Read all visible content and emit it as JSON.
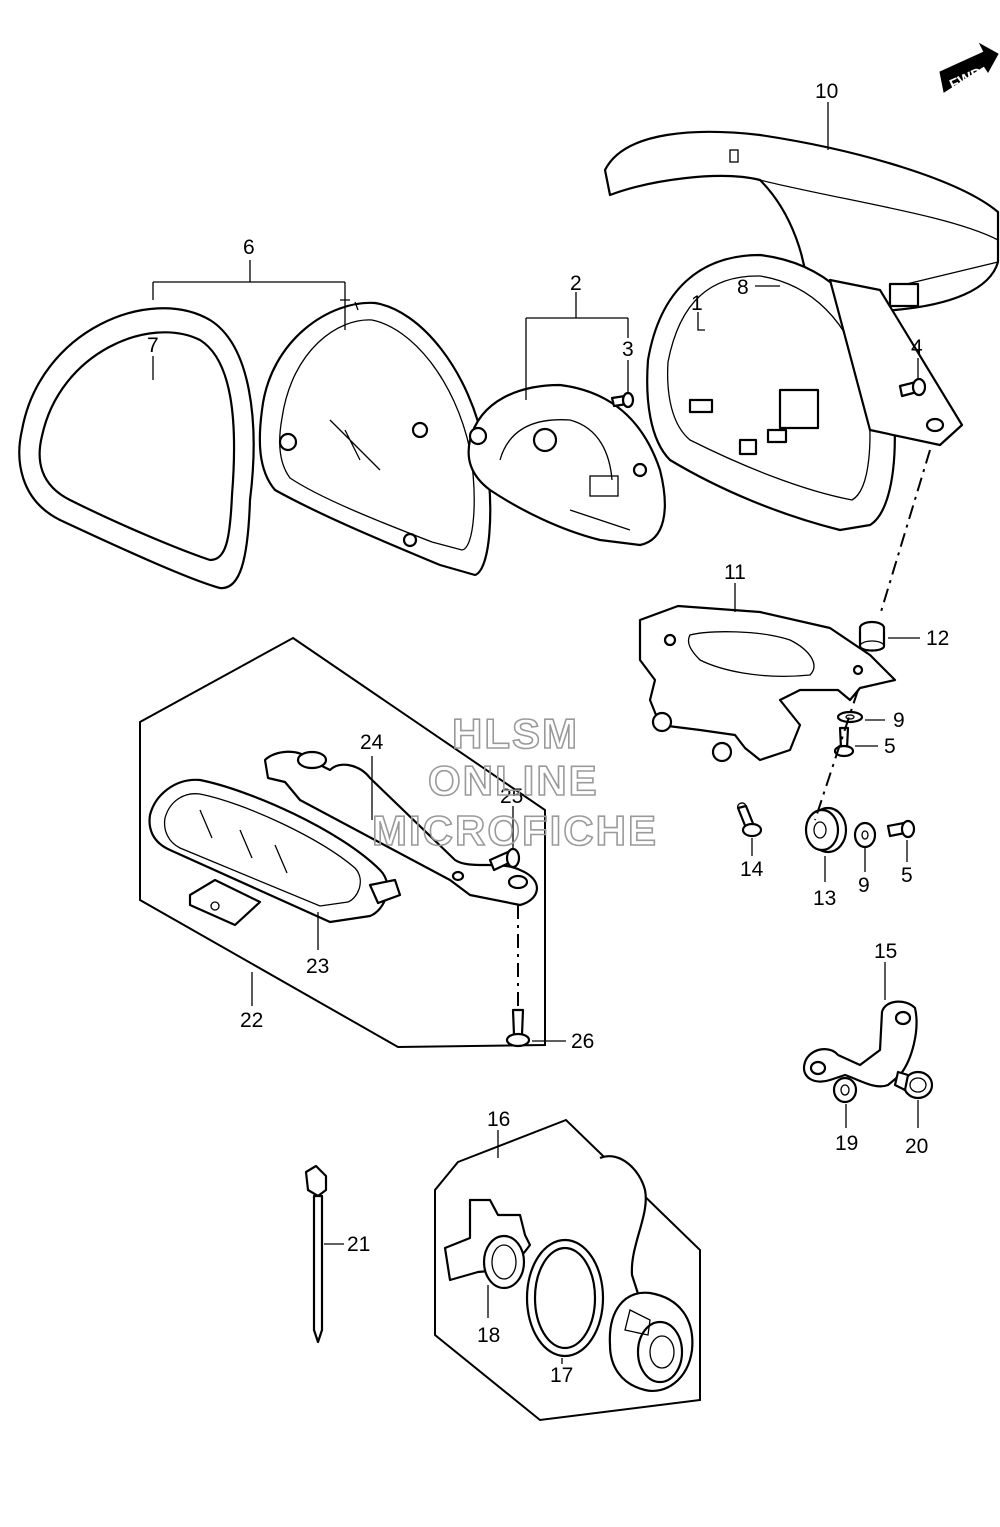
{
  "direction_badge": "FWD",
  "watermark": [
    "HLSM",
    "ONLINE",
    "MICROFICHE"
  ],
  "callouts": {
    "c1": "1",
    "c2": "2",
    "c3": "3",
    "c4": "4",
    "c5a": "5",
    "c5b": "5",
    "c6": "6",
    "c7": "7",
    "c8": "8",
    "c9a": "9",
    "c9b": "9",
    "c10": "10",
    "c11": "11",
    "c12": "12",
    "c13": "13",
    "c14": "14",
    "c15": "15",
    "c16": "16",
    "c17": "17",
    "c18": "18",
    "c19": "19",
    "c20": "20",
    "c21": "21",
    "c22": "22",
    "c23": "23",
    "c24": "24",
    "c25": "25",
    "c26": "26"
  }
}
